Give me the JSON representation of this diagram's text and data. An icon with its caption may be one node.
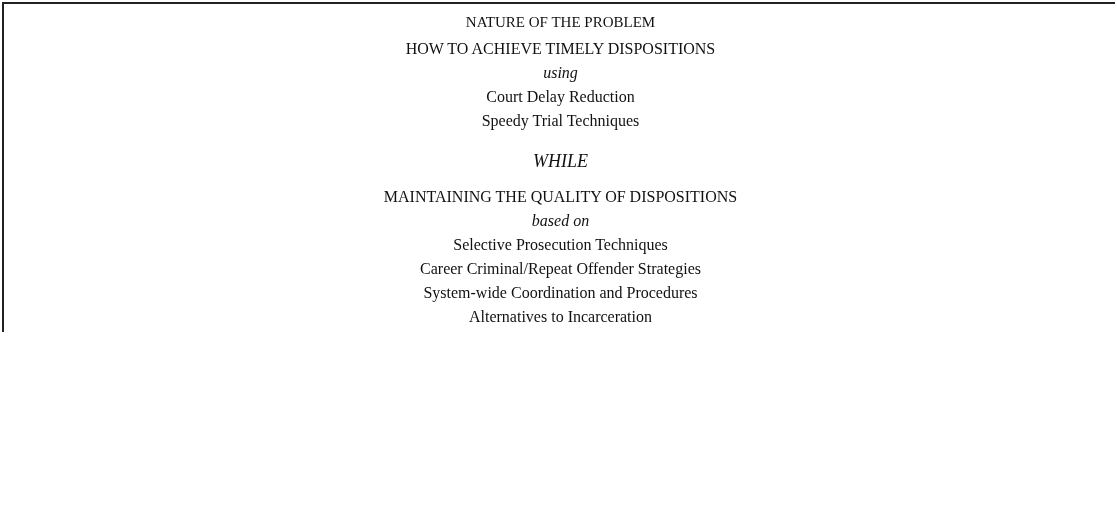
{
  "diagram": {
    "nodes": [
      {
        "text": [
          "NATURE OF THE PROBLEM",
          "HOW TO ACHIEVE TIMELY DISPOSITIONS",
          "using",
          "Court Delay Reduction",
          "Speedy Trial Techniques",
          "WHILE",
          "MAINTAINING THE QUALITY OF DISPOSITIONS",
          "based on",
          "Selective Prosecution Techniques",
          "Career Criminal/Repeat Offender Strategies",
          "System-wide Coordination and Procedures",
          "Alternatives to Incarceration"
        ]
      }
    ]
  }
}
